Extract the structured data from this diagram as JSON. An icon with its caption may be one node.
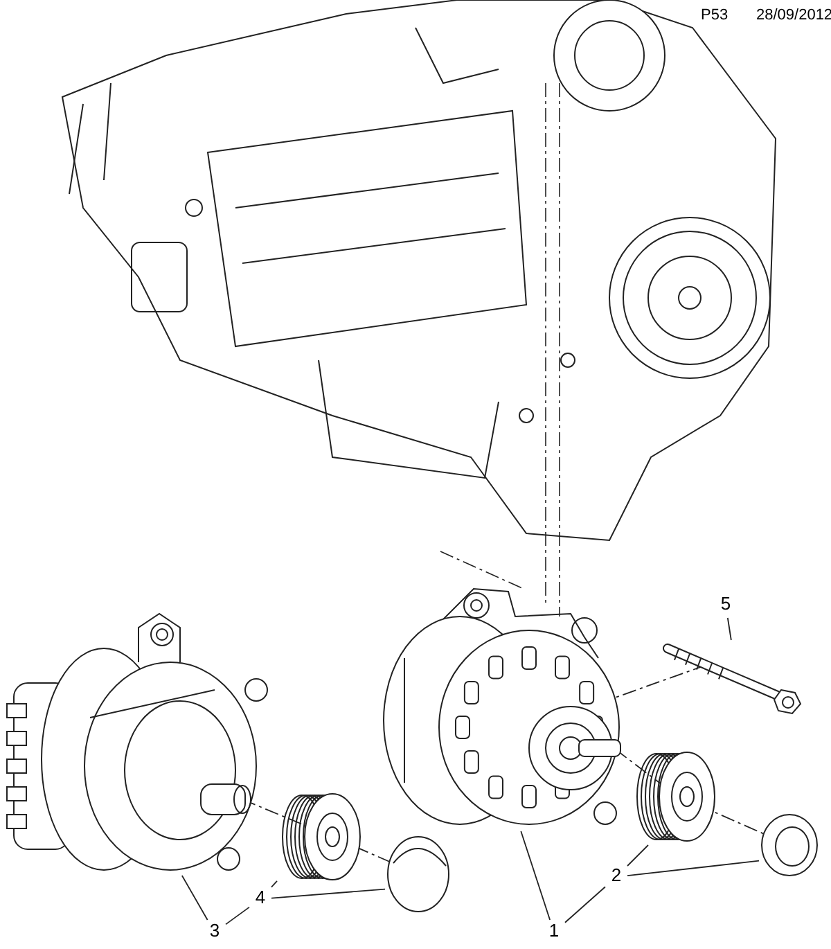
{
  "diagram": {
    "nodes": [
      {
        "text": [
          "5"
        ]
      },
      {
        "text": [],
        "shape": "picture"
      },
      {
        "text": [
          "1"
        ]
      },
      {
        "text": [],
        "shape": "picture"
      },
      {
        "text": [
          "2"
        ]
      },
      {
        "text": [],
        "shape": "picture"
      },
      {
        "text": [],
        "shape": "picture"
      },
      {
        "text": [
          "3"
        ]
      },
      {
        "text": [],
        "shape": "picture"
      },
      {
        "text": [
          "4"
        ]
      },
      {
        "text": [],
        "shape": "picture"
      },
      {
        "text": [],
        "shape": "picture"
      }
    ],
    "edges": [
      {
        "from": 0,
        "to": 1,
        "arrow": "none"
      },
      {
        "from": 2,
        "to": 3,
        "arrow": "none"
      },
      {
        "from": 2,
        "to": 4,
        "arrow": "none"
      },
      {
        "from": 4,
        "to": 5,
        "arrow": "none"
      },
      {
        "from": 4,
        "to": 6,
        "arrow": "none"
      },
      {
        "from": 7,
        "to": 8,
        "arrow": "none"
      },
      {
        "from": 7,
        "to": 9,
        "arrow": "none"
      },
      {
        "from": 9,
        "to": 10,
        "arrow": "none"
      },
      {
        "from": 9,
        "to": 11,
        "arrow": "none"
      },
      {
        "from": 1,
        "to": 3,
        "arrow": "none",
        "style": "dashed"
      },
      {
        "from": 3,
        "to": 5,
        "arrow": "none",
        "style": "dashed"
      },
      {
        "from": 5,
        "to": 6,
        "arrow": "none",
        "style": "dashed"
      },
      {
        "from": 8,
        "to": 10,
        "arrow": "none",
        "style": "dashed"
      },
      {
        "from": 10,
        "to": 11,
        "arrow": "none",
        "style": "dashed"
      }
    ],
    "labels": [
      "P53",
      "28/09/2012"
    ]
  }
}
